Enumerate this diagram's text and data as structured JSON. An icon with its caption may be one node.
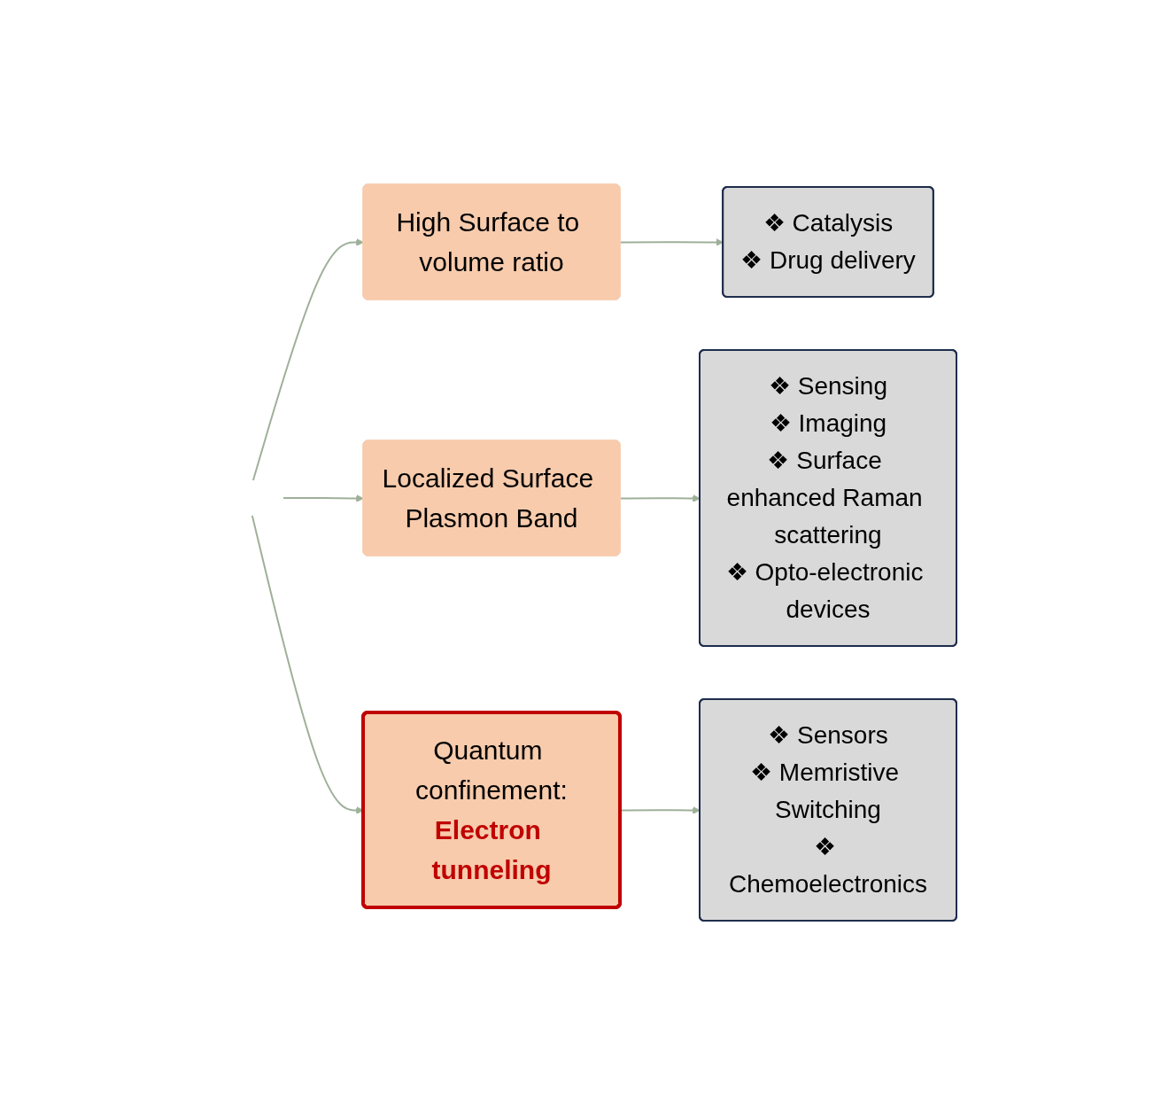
{
  "diagram": {
    "nodes": [
      {
        "text": [
          "High Surface to volume ratio"
        ]
      },
      {
        "text": [
          "❖ Catalysis",
          "❖ Drug delivery"
        ]
      },
      {
        "text": [
          "Localized Surface Plasmon Band"
        ]
      },
      {
        "text": [
          "❖ Sensing",
          "❖ Imaging",
          "❖ Surface enhanced Raman scattering",
          "❖ Opto-electronic devices"
        ]
      },
      {
        "text": [
          "Quantum confinement:",
          "Electron tunneling"
        ]
      },
      {
        "text": [
          "❖ Sensors",
          "❖ Memristive Switching",
          "❖ Chemoelectronics"
        ]
      }
    ],
    "edges": [
      {
        "from": null,
        "to": 0,
        "arrow": "to"
      },
      {
        "from": null,
        "to": 2,
        "arrow": "to"
      },
      {
        "from": null,
        "to": 4,
        "arrow": "to"
      },
      {
        "from": 0,
        "to": 1,
        "arrow": "to"
      },
      {
        "from": 2,
        "to": 3,
        "arrow": "to"
      },
      {
        "from": 4,
        "to": 5,
        "arrow": "to"
      }
    ]
  }
}
